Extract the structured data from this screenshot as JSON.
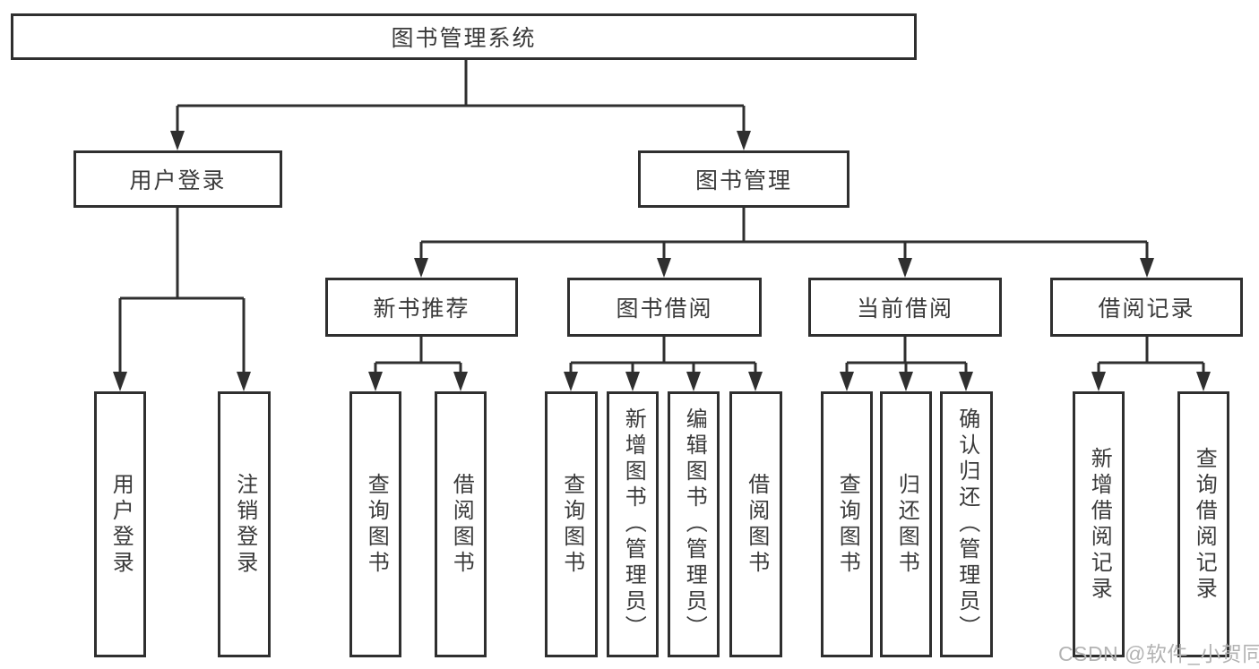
{
  "tree": {
    "label": "图书管理系统",
    "children": [
      {
        "label": "用户登录",
        "children": [
          {
            "label": "用户登录"
          },
          {
            "label": "注销登录"
          }
        ]
      },
      {
        "label": "图书管理",
        "children": [
          {
            "label": "新书推荐",
            "children": [
              {
                "label": "查询图书"
              },
              {
                "label": "借阅图书"
              }
            ]
          },
          {
            "label": "图书借阅",
            "children": [
              {
                "label": "查询图书"
              },
              {
                "label": "新增图书（管理员）"
              },
              {
                "label": "编辑图书（管理员）"
              },
              {
                "label": "借阅图书"
              }
            ]
          },
          {
            "label": "当前借阅",
            "children": [
              {
                "label": "查询图书"
              },
              {
                "label": "归还图书"
              },
              {
                "label": "确认归还（管理员）"
              }
            ]
          },
          {
            "label": "借阅记录",
            "children": [
              {
                "label": "新增借阅记录"
              },
              {
                "label": "查询借阅记录"
              }
            ]
          }
        ]
      }
    ]
  },
  "watermark": {
    "text": "CSDN @软件_小贺同学"
  },
  "colors": {
    "line": "#2f2f2f",
    "border": "#2f2f2f",
    "text": "#3a3a3a",
    "watermark": "#b3b3b3",
    "background": "#ffffff"
  }
}
